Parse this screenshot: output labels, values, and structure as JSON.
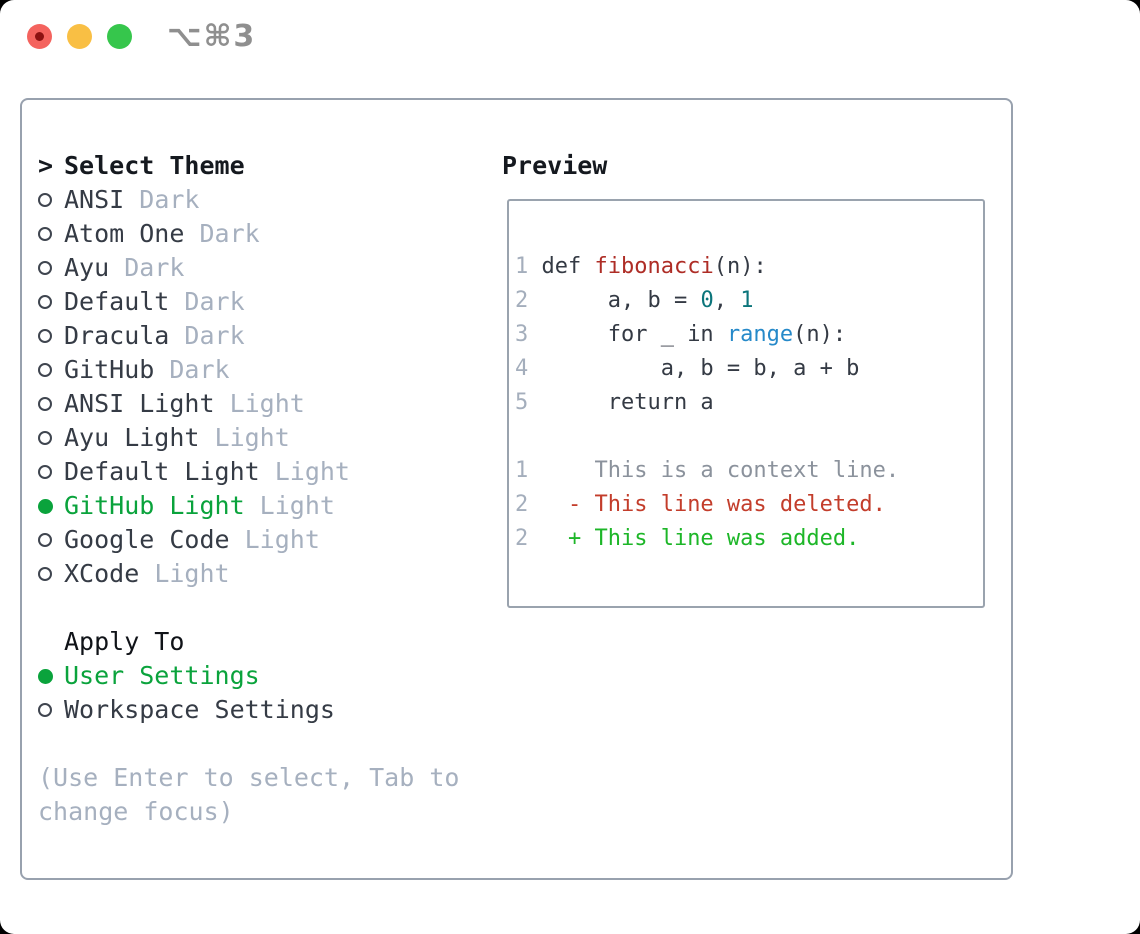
{
  "window": {
    "title": "⌥⌘3",
    "traffic_lights": [
      {
        "name": "close",
        "color": "#f4635e"
      },
      {
        "name": "minimize",
        "color": "#f9bf44"
      },
      {
        "name": "zoom",
        "color": "#36c64c"
      }
    ]
  },
  "theme_selector": {
    "prompt": ">",
    "header": "Select Theme",
    "items": [
      {
        "name": "ANSI",
        "variant": "Dark",
        "selected": false
      },
      {
        "name": "Atom One",
        "variant": "Dark",
        "selected": false
      },
      {
        "name": "Ayu",
        "variant": "Dark",
        "selected": false
      },
      {
        "name": "Default",
        "variant": "Dark",
        "selected": false
      },
      {
        "name": "Dracula",
        "variant": "Dark",
        "selected": false
      },
      {
        "name": "GitHub",
        "variant": "Dark",
        "selected": false
      },
      {
        "name": "ANSI Light",
        "variant": "Light",
        "selected": false
      },
      {
        "name": "Ayu Light",
        "variant": "Light",
        "selected": false
      },
      {
        "name": "Default Light",
        "variant": "Light",
        "selected": false
      },
      {
        "name": "GitHub Light",
        "variant": "Light",
        "selected": true
      },
      {
        "name": "Google Code",
        "variant": "Light",
        "selected": false
      },
      {
        "name": "XCode",
        "variant": "Light",
        "selected": false
      }
    ]
  },
  "apply_to": {
    "header": "Apply To",
    "options": [
      {
        "label": "User Settings",
        "selected": true
      },
      {
        "label": "Workspace Settings",
        "selected": false
      }
    ]
  },
  "hint": "(Use Enter to select, Tab to change focus)",
  "preview": {
    "header": "Preview",
    "code_lines": [
      [
        {
          "c": "num",
          "t": "1"
        },
        {
          "c": "plain",
          "t": " def "
        },
        {
          "c": "fn",
          "t": "fibonacci"
        },
        {
          "c": "plain",
          "t": "(n):"
        }
      ],
      [
        {
          "c": "num",
          "t": "2"
        },
        {
          "c": "plain",
          "t": "      a, b = "
        },
        {
          "c": "lit",
          "t": "0"
        },
        {
          "c": "plain",
          "t": ", "
        },
        {
          "c": "lit",
          "t": "1"
        }
      ],
      [
        {
          "c": "num",
          "t": "3"
        },
        {
          "c": "plain",
          "t": "      for _ in "
        },
        {
          "c": "call",
          "t": "range"
        },
        {
          "c": "plain",
          "t": "(n):"
        }
      ],
      [
        {
          "c": "num",
          "t": "4"
        },
        {
          "c": "plain",
          "t": "          a, b = b, a + b"
        }
      ],
      [
        {
          "c": "num",
          "t": "5"
        },
        {
          "c": "plain",
          "t": "      return a"
        }
      ]
    ],
    "diff_lines": [
      [
        {
          "c": "num",
          "t": "1"
        },
        {
          "c": "ctx",
          "t": "     This is a context line."
        }
      ],
      [
        {
          "c": "num",
          "t": "2"
        },
        {
          "c": "del",
          "t": "   - This line was deleted."
        }
      ],
      [
        {
          "c": "num",
          "t": "2"
        },
        {
          "c": "add",
          "t": "   + This line was added."
        }
      ]
    ]
  },
  "colors": {
    "selection_green": "#0aa33c",
    "added_green": "#1db628",
    "deleted_red": "#c33d2b",
    "function_red": "#ae2d26",
    "literal_teal": "#0c757b",
    "call_blue": "#2589c9",
    "muted_gray": "#a6b0bf",
    "context_gray": "#8b929c",
    "line_number_gray": "#a4aebc",
    "text_dark": "#353b45",
    "header_black": "#15191f",
    "border_gray": "#98a1ae",
    "titlebar_gray": "#8f8f8f"
  }
}
